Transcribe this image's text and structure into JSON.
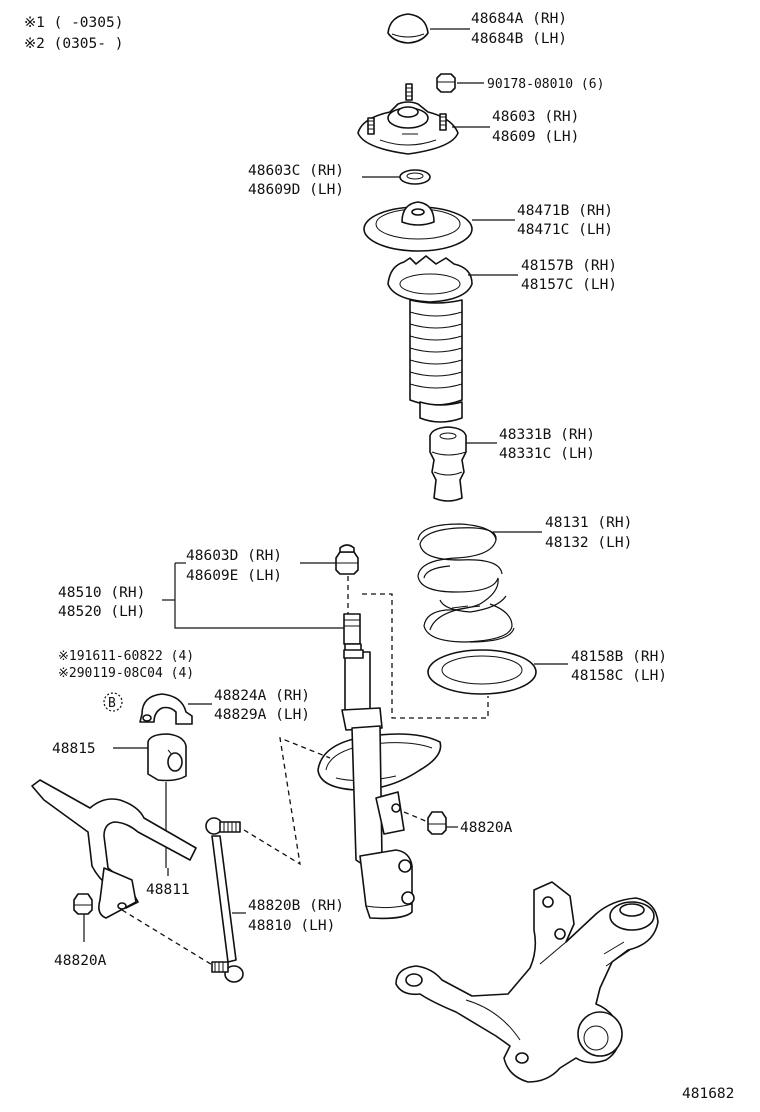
{
  "notes": {
    "n1": "※1 (       -0305)",
    "n2": "※2 (0305-       )"
  },
  "parts": {
    "p48684": {
      "a": "48684A (RH)",
      "b": "48684B (LH)"
    },
    "p90178": {
      "a": "90178-08010 (6)"
    },
    "p48603": {
      "a": "48603 (RH)",
      "b": "48609 (LH)"
    },
    "p48603c": {
      "a": "48603C (RH)",
      "b": "48609D (LH)"
    },
    "p48471": {
      "a": "48471B (RH)",
      "b": "48471C (LH)"
    },
    "p48157": {
      "a": "48157B (RH)",
      "b": "48157C (LH)"
    },
    "p48331": {
      "a": "48331B (RH)",
      "b": "48331C (LH)"
    },
    "p48131": {
      "a": "48131 (RH)",
      "b": "48132 (LH)"
    },
    "p48603d": {
      "a": "48603D (RH)",
      "b": "48609E (LH)"
    },
    "p48510": {
      "a": "48510 (RH)",
      "b": "48520 (LH)"
    },
    "p48158": {
      "a": "48158B (RH)",
      "b": "48158C (LH)"
    },
    "p191611": {
      "a": "※191611-60822 (4)",
      "b": "※290119-08C04 (4)"
    },
    "p48824": {
      "a": "48824A (RH)",
      "b": "48829A (LH)"
    },
    "p48815": {
      "a": "48815"
    },
    "p48820a_right": {
      "a": "48820A"
    },
    "p48811": {
      "a": "48811"
    },
    "p48820b": {
      "a": "48820B (RH)",
      "b": "48810  (LH)"
    },
    "p48820a_left": {
      "a": "48820A"
    }
  },
  "callout_b": "B",
  "figure_id": "481682"
}
